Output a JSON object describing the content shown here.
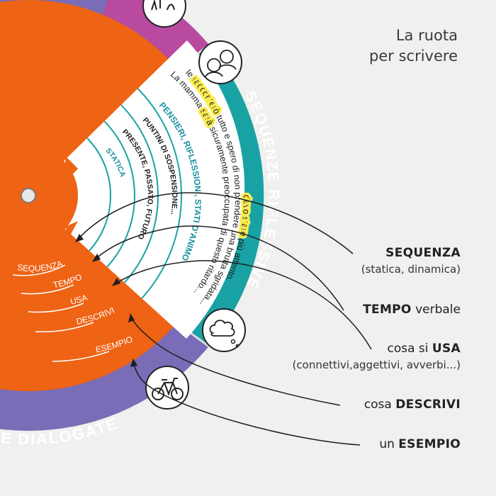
{
  "title": {
    "line1": "La ruota",
    "line2": "per scrivere"
  },
  "colors": {
    "orange": "#ee6314",
    "teal": "#19a2a4",
    "purple": "#7a6cb6",
    "magenta": "#b84aa0",
    "card": "#ffffff",
    "highlight": "#f9ec52"
  },
  "icons": [
    "pencil-icon",
    "people-icon",
    "thought-cloud-icon",
    "bicycle-icon"
  ],
  "wheel": {
    "outer_ring_label": "SEQUENZE RIFLESSIVE",
    "bottom_ring_label": "ZE DIALOGATE",
    "card_rows": [
      "STATICA",
      "PRESENTE, PASSATO, FUTURO",
      "PUNTINI DI SOSPENSIONE...",
      "PENSIERI, RIFLESSIONI, STATI D'ANIMO"
    ],
    "example_lines": [
      {
        "pre": "La mamma ",
        "hl": "sarà",
        "post": " sicuramente preoccupata di questo ritardo..."
      },
      {
        "pre": "le ",
        "hl": "racconterò",
        "post": " tutto e spero di non prendere una brutta sgridata..."
      },
      {
        "pre": "",
        "hl": "devo stare",
        "post": " più attento."
      }
    ],
    "left_labels": [
      "SEQUENZA",
      "TEMPO",
      "USA",
      "DESCRIVI",
      "ESEMPIO"
    ]
  },
  "legend": [
    {
      "prefix": "",
      "bold": "SEQUENZA",
      "suffix": "",
      "sub": "(statica, dinamica)"
    },
    {
      "prefix": "",
      "bold": "TEMPO",
      "suffix": " verbale",
      "sub": ""
    },
    {
      "prefix": "cosa si ",
      "bold": "USA",
      "suffix": "",
      "sub": "(connettivi,aggettivi, avverbi...)"
    },
    {
      "prefix": "cosa ",
      "bold": "DESCRIVI",
      "suffix": "",
      "sub": ""
    },
    {
      "prefix": "un ",
      "bold": "ESEMPIO",
      "suffix": "",
      "sub": ""
    }
  ]
}
